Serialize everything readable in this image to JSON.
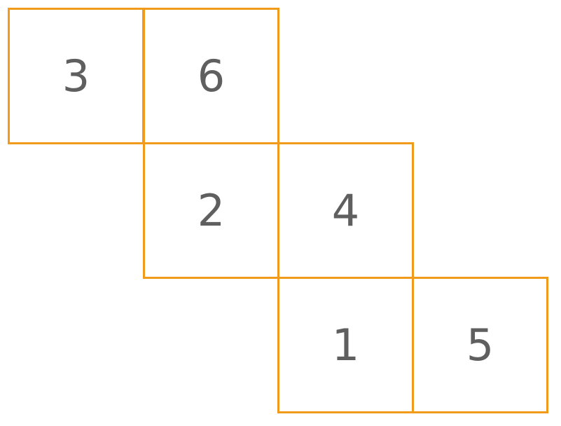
{
  "colors": {
    "border": "#f29a1c",
    "text": "#5f5f5f",
    "background": "#ffffff"
  },
  "faces": [
    {
      "label": "3"
    },
    {
      "label": "6"
    },
    {
      "label": "2"
    },
    {
      "label": "4"
    },
    {
      "label": "1"
    },
    {
      "label": "5"
    }
  ]
}
